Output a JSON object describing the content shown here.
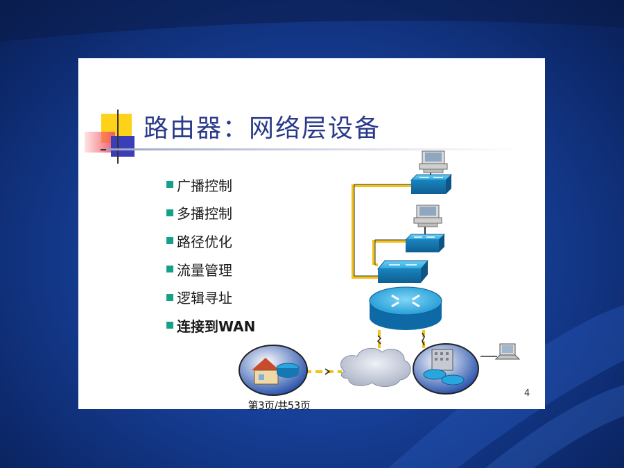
{
  "slide": {
    "title": "路由器：网络层设备",
    "bullets": [
      {
        "label": "广播控制"
      },
      {
        "label": "多播控制"
      },
      {
        "label": "路径优化"
      },
      {
        "label": "流量管理"
      },
      {
        "label": "逻辑寻址"
      },
      {
        "label": "连接到WAN"
      }
    ],
    "slide_number": "4",
    "page_indicator": "第3页/共53页"
  },
  "colors": {
    "background": "#173f97",
    "title": "#2a3a8a",
    "bullet_marker": "#15a08b",
    "cable": "#f2c21b",
    "device": "#1d9bd6"
  },
  "diagram": {
    "devices": [
      "computer-icon",
      "switch-icon",
      "computer-icon",
      "switch-icon",
      "switch-icon",
      "router-icon",
      "home-office-icon",
      "cloud-icon",
      "building-icon",
      "laptop-icon"
    ]
  }
}
